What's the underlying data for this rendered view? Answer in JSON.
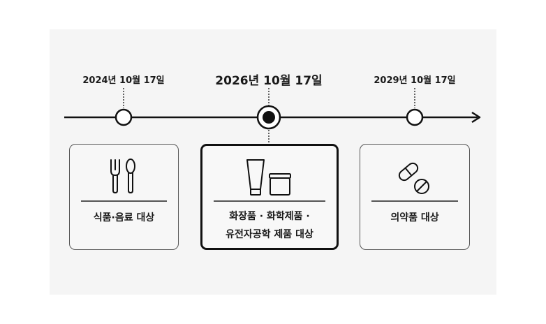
{
  "timeline": {
    "dates": [
      {
        "label": "2024년 10월 17일",
        "current": false
      },
      {
        "label": "2026년 10월 17일",
        "current": true
      },
      {
        "label": "2029년 10월 17일",
        "current": false
      }
    ]
  },
  "cards": [
    {
      "icon": "fork-spoon-icon",
      "lines": [
        "식품·음료 대상"
      ]
    },
    {
      "icon": "cosmetics-icon",
      "lines": [
        "화장품 · 화학제품 ·",
        "유전자공학 제품 대상"
      ]
    },
    {
      "icon": "pills-icon",
      "lines": [
        "의약품 대상"
      ]
    }
  ]
}
